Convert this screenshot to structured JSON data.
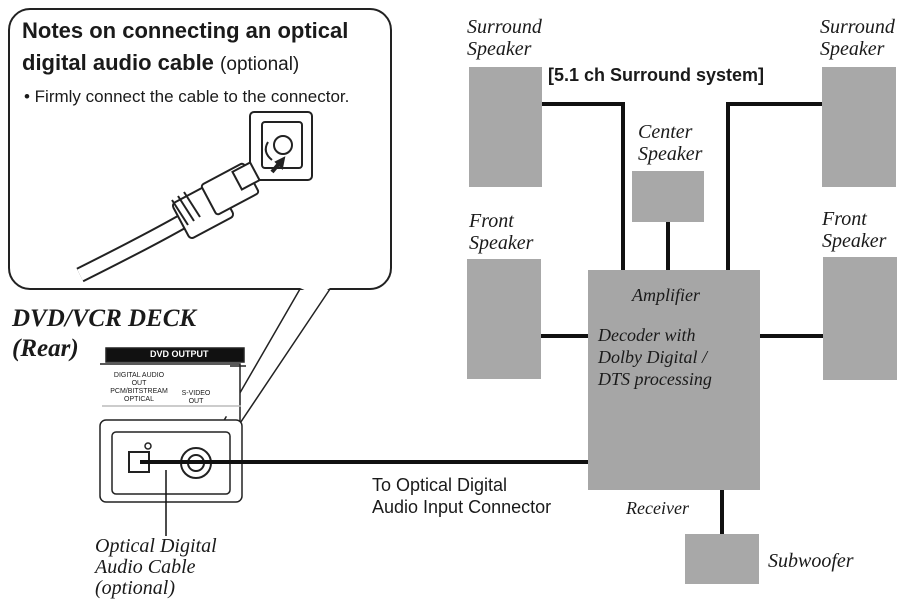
{
  "notes": {
    "title_line1": "Notes on connecting an optical",
    "title_line2_bold": "digital audio cable",
    "title_line2_normal": "(optional)",
    "bullet": "• Firmly connect the cable to the connector."
  },
  "system_title": "[5.1 ch Surround system]",
  "speakers": {
    "surround_left": [
      "Surround",
      "Speaker"
    ],
    "surround_right": [
      "Surround",
      "Speaker"
    ],
    "center": [
      "Center",
      "Speaker"
    ],
    "front_left": [
      "Front",
      "Speaker"
    ],
    "front_right": [
      "Front",
      "Speaker"
    ],
    "subwoofer": "Subwoofer"
  },
  "receiver": {
    "amplifier": "Amplifier",
    "decoder_lines": [
      "Decoder with",
      "Dolby Digital /",
      "DTS processing"
    ],
    "label": "Receiver"
  },
  "connection_label": [
    "To Optical Digital",
    "Audio Input Connector"
  ],
  "deck": {
    "title": [
      "DVD/VCR DECK",
      "(Rear)"
    ],
    "panel_header": "DVD OUTPUT",
    "port_label_lines": [
      "DIGITAL AUDIO",
      "OUT",
      "PCM/BITSTREAM",
      "OPTICAL"
    ],
    "svideo_label_lines": [
      "S-VIDEO",
      "OUT"
    ]
  },
  "cable_label": [
    "Optical Digital",
    "Audio Cable",
    "(optional)"
  ],
  "colors": {
    "speaker_fill": "#a8a8a8",
    "receiver_fill": "#a6a6a6",
    "line": "#111111"
  }
}
